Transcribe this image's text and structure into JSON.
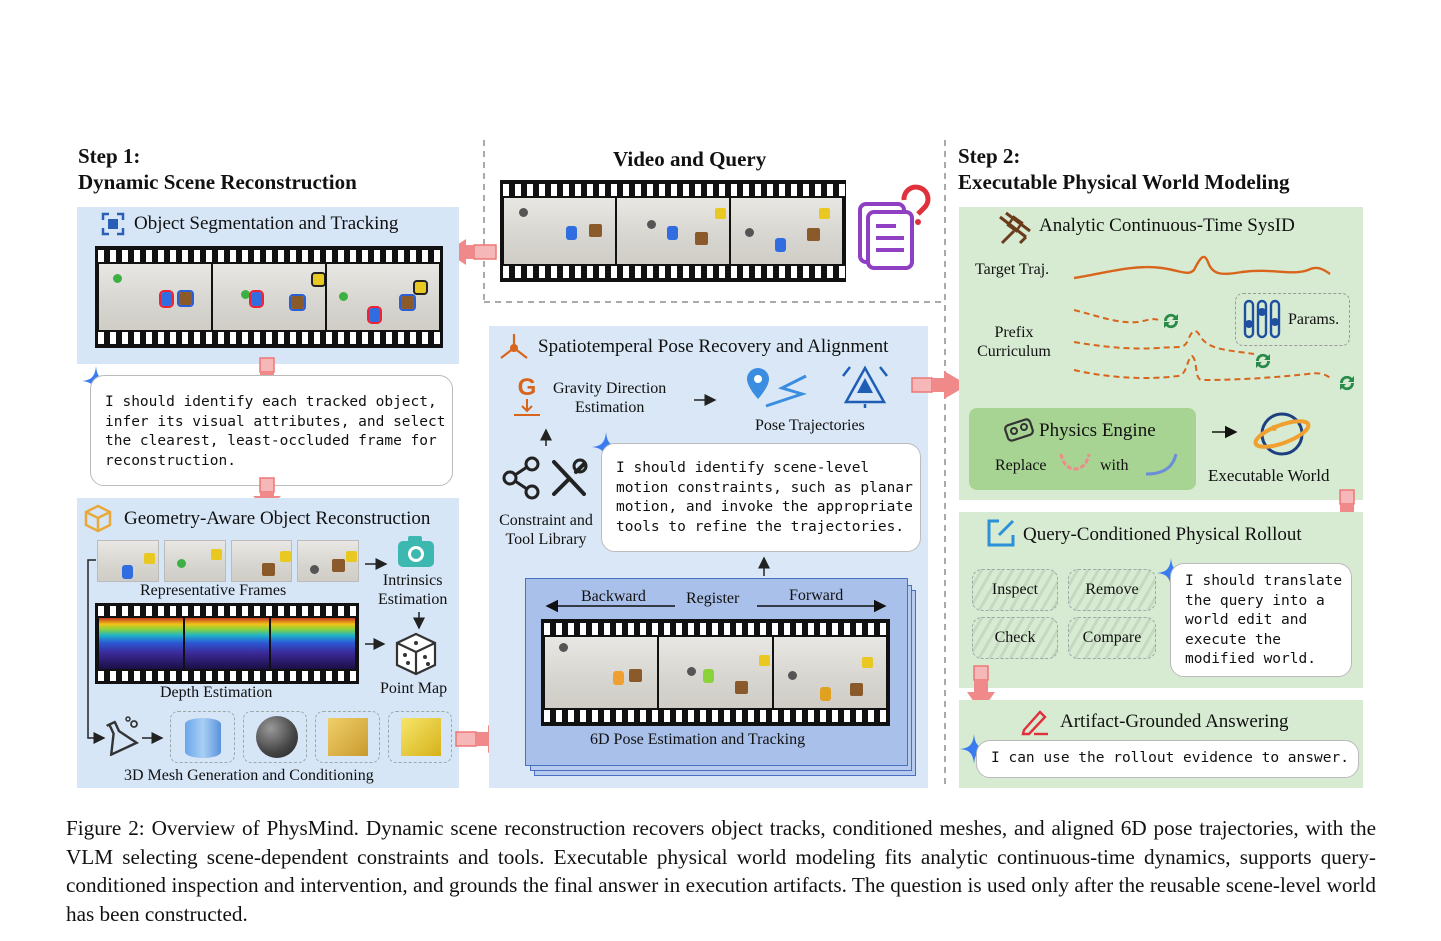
{
  "step1": {
    "line1": "Step 1:",
    "line2": "Dynamic Scene Reconstruction"
  },
  "step2": {
    "line1": "Step 2:",
    "line2": "Executable Physical World Modeling"
  },
  "video": {
    "title": "Video and Query"
  },
  "seg": {
    "title": "Object Segmentation and Tracking"
  },
  "bubble1": "I should identify each tracked object,\ninfer its visual attributes, and select\nthe clearest, least-occluded frame for\nreconstruction.",
  "geo": {
    "title": "Geometry-Aware Object Reconstruction",
    "rep_frames": "Representative  Frames",
    "intrinsics": "Intrinsics\nEstimation",
    "depth": "Depth Estimation",
    "point_map": "Point Map",
    "mesh": "3D Mesh Generation and Conditioning"
  },
  "pose": {
    "title": "Spatiotemperal Pose Recovery and Alignment",
    "gravity": "Gravity Direction\nEstimation",
    "trajectories": "Pose Trajectories",
    "library": "Constraint and\nTool Library",
    "bubble": "I should identify scene-level\nmotion constraints, such as planar\nmotion, and invoke the appropriate\ntools to refine the trajectories.",
    "backward": "Backward",
    "register": "Register",
    "forward": "Forward",
    "tracking": "6D Pose Estimation and  Tracking"
  },
  "sysid": {
    "title": "Analytic Continuous-Time SysID",
    "target": "Target Traj.",
    "prefix": "Prefix\nCurriculum",
    "params": "Params."
  },
  "engine": {
    "title": "Physics Engine",
    "replace": "Replace",
    "with": "with",
    "world": "Executable World"
  },
  "rollout": {
    "title": "Query-Conditioned Physical Rollout",
    "tiles": [
      "Inspect",
      "Remove",
      "Check",
      "Compare"
    ],
    "bubble": "I should translate\nthe query into a\nworld edit and\nexecute the\nmodified world."
  },
  "answer": {
    "title": "Artifact-Grounded Answering",
    "bubble": "I can use the rollout evidence to answer."
  },
  "caption": "Figure 2: Overview of PhysMind. Dynamic scene reconstruction recovers object tracks, conditioned meshes, and aligned 6D pose trajectories, with the VLM selecting scene-dependent constraints and tools. Executable physical world modeling fits analytic continuous-time dynamics, supports query-conditioned inspection and intervention, and grounds the final answer in execution artifacts. The question is used only after the reusable scene-level world has been constructed.",
  "colors": {
    "blue_panel": "#d6e6f7",
    "green_panel": "#d7ebd2",
    "arrow": "#f08a8a",
    "orange": "#d9641b"
  }
}
